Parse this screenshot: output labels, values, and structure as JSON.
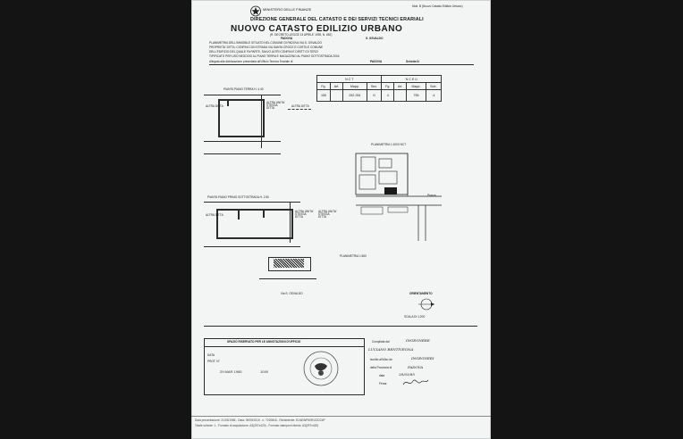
{
  "header": {
    "model_ref": "Mod. B (Nuovo Catasto Edilizio Urbano)",
    "ministry": "MINISTERO DELLE FINANZE",
    "directorate": "DIREZIONE GENERALE DEL CATASTO E DEI SERVIZI TECNICI ERARIALI",
    "title": "NUOVO CATASTO EDILIZIO URBANO",
    "decree": "(R. DECRETO-LEGGE 13 APRILE 1939, N. 652)"
  },
  "property": {
    "province": "PADOVA",
    "municipality": "S. OSVALDO",
    "description_lines": [
      "PLANIMETRIA DELL'IMMOBILE SITUATO NEL COMUNE DI PADOVA VIA S. OSVALDO",
      "PROPRIETA' DITTA: CONFINI CON STRADA VIA SANTA CROCE E CORTILE COMUNE",
      "DELL'EDIFICIO DEL QUALE FA PARTE, SALVO ALTRI CONFINI E DIRITTI DI TERZI",
      "TIPIFICATO PER USO NEGOZIO AL PIANO TERRA E MAGAZZINO AL PIANO SOTTOSTRADA 2004"
    ],
    "allegato": "Allegata alla dichiarazione presentata all'Ufficio Tecnico Erariale di",
    "office": "PADOVA",
    "scheda_label": "Scheda N."
  },
  "cadastral_table": {
    "headers": [
      "N C T",
      "N C E U"
    ],
    "columns": [
      "Fg.",
      "Art.",
      "Mapp.",
      "Sez.",
      "Fg.",
      "Art.",
      "Mapp.",
      "Sub."
    ],
    "row": [
      "155",
      "",
      "252 254",
      "G",
      "4",
      "",
      "755",
      "-4"
    ]
  },
  "plans": {
    "ground": "PIANTA PIANO TERRA H. 4.40",
    "basement": "PIANTA PIANO PRIMO SOTTOSTRADA H. 2.50",
    "site_plan": "PLANIMETRIA 1:1000 NCT",
    "small_plan": "PLANIMETRIA 1:500",
    "other_property": "ALTRA UNITA' STESSA DITTA",
    "altra_ditta": "ALTRA DITTA",
    "street": "Via S. OSVALDO",
    "piazza": "Piazza",
    "orientation": "ORIENTAMENTO",
    "scale": "SCALA DI 1:200"
  },
  "office_box": {
    "title": "SPAZIO RISERVATO PER LE ANNOTAZIONI D'UFFICIO",
    "date_label": "DATA",
    "prot_label": "PROT. N°",
    "stamp_date": "29 MAR 1985",
    "stamp_num": "1049"
  },
  "compiler": {
    "compiled_by_label": "Compilata dal",
    "title": "INGEGNERE",
    "name": "LUCIANO BENTIVEGNA",
    "albo_label": "Iscritto all'Albo de",
    "albo_value": "INGEGNERI",
    "province_label": "della Provincia di",
    "province_value": "PADOVA",
    "date_label": "data",
    "date_value": "28/03/85",
    "signature_label": "Firma:"
  },
  "footer": {
    "line1": "Data presentazione: 21/03/1985 - Data: 09/09/2019 - n. T220818 - Richiedente: ELMDNP50R12G224P",
    "line2": "Totale schede: 1 - Formato di acquisizione: A3(297x420) - Formato stampa richiesto: A3(297x420)"
  },
  "colors": {
    "paper": "#f3f4f4",
    "ink": "#1b1b1b",
    "background": "#141414"
  }
}
